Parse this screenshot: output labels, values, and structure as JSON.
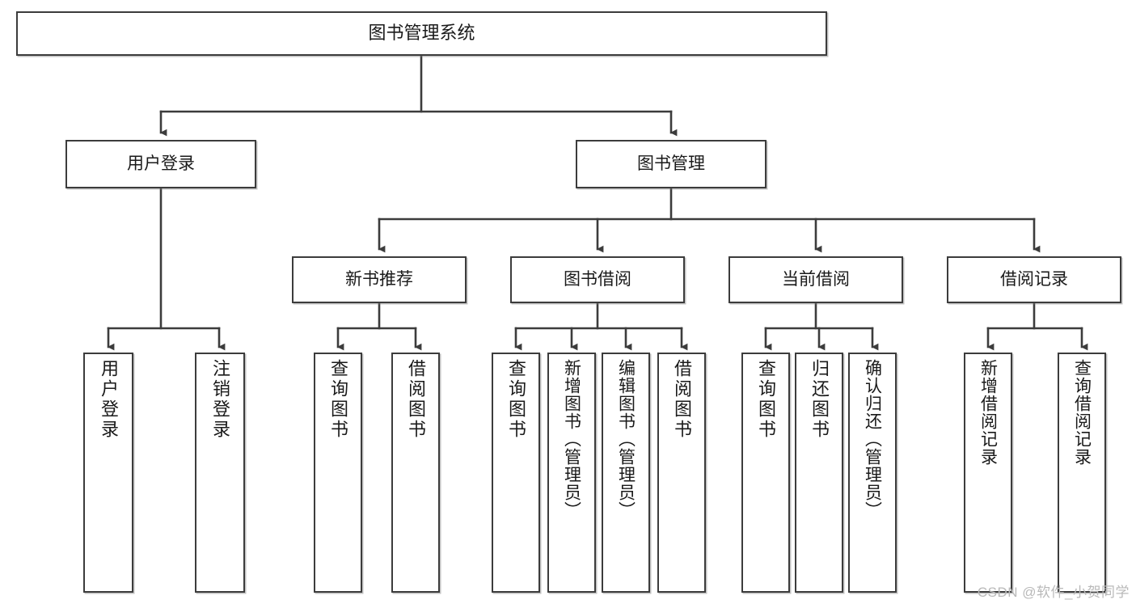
{
  "diagram": {
    "title": "图书管理系统",
    "type": "hierarchy-tree",
    "root": {
      "label": "图书管理系统"
    },
    "level2": [
      {
        "label": "用户登录"
      },
      {
        "label": "图书管理"
      }
    ],
    "level3": [
      {
        "label": "新书推荐"
      },
      {
        "label": "图书借阅"
      },
      {
        "label": "当前借阅"
      },
      {
        "label": "借阅记录"
      }
    ],
    "leaves": {
      "user_login": [
        {
          "label": "用户登录"
        },
        {
          "label": "注销登录"
        }
      ],
      "new_book_recommend": [
        {
          "label": "查询图书"
        },
        {
          "label": "借阅图书"
        }
      ],
      "book_borrow": [
        {
          "label": "查询图书"
        },
        {
          "label": "新增图书（管理员）"
        },
        {
          "label": "编辑图书（管理员）"
        },
        {
          "label": "借阅图书"
        }
      ],
      "current_borrow": [
        {
          "label": "查询图书"
        },
        {
          "label": "归还图书"
        },
        {
          "label": "确认归还（管理员）"
        }
      ],
      "borrow_records": [
        {
          "label": "新增借阅记录"
        },
        {
          "label": "查询借阅记录"
        }
      ]
    }
  },
  "watermark": {
    "text": "CSDN @软件_小贺同学"
  },
  "colors": {
    "box_border": "#3c3c3c",
    "box_fill": "#ffffff",
    "connector": "#3c3c3c",
    "text": "#1a1a1a",
    "watermark": "#b9b9b9",
    "background": "#ffffff"
  }
}
